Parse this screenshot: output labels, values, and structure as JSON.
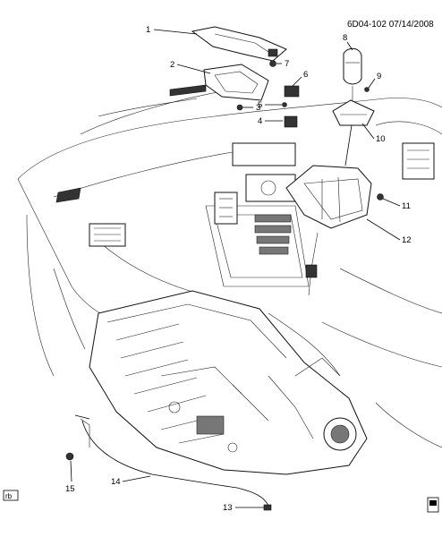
{
  "header": {
    "ref_code": "6D04-102 07/14/2008"
  },
  "footer": {
    "corner_tag": "rb"
  },
  "callouts": [
    {
      "id": "1",
      "text": "1"
    },
    {
      "id": "2",
      "text": "2"
    },
    {
      "id": "3",
      "text": "3"
    },
    {
      "id": "4",
      "text": "4"
    },
    {
      "id": "5",
      "text": "5"
    },
    {
      "id": "6",
      "text": "6"
    },
    {
      "id": "7",
      "text": "7"
    },
    {
      "id": "8",
      "text": "8"
    },
    {
      "id": "9",
      "text": "9"
    },
    {
      "id": "10",
      "text": "10"
    },
    {
      "id": "11",
      "text": "11"
    },
    {
      "id": "12",
      "text": "12"
    },
    {
      "id": "13",
      "text": "13"
    },
    {
      "id": "14",
      "text": "14"
    },
    {
      "id": "15",
      "text": "15"
    }
  ]
}
